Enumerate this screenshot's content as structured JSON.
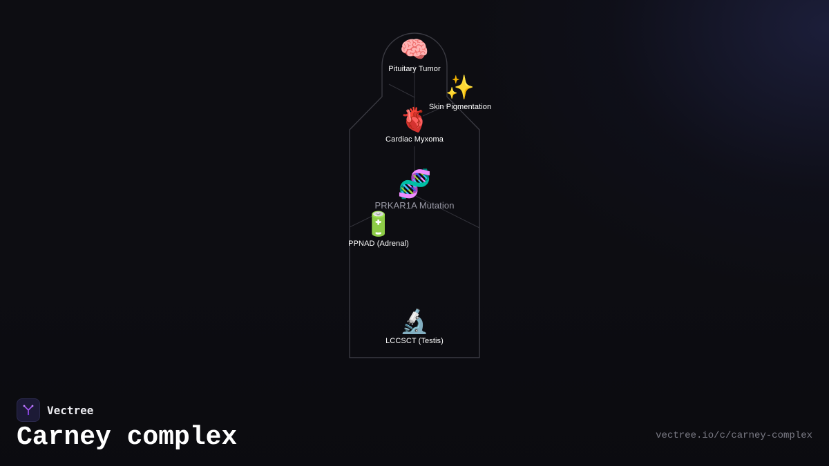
{
  "diagram": {
    "nodes": [
      {
        "id": "pituitary",
        "emoji": "🧠",
        "label": "Pituitary Tumor",
        "icon": "brain-icon"
      },
      {
        "id": "skin",
        "emoji": "✨",
        "label": "Skin Pigmentation",
        "icon": "sparkles-icon"
      },
      {
        "id": "cardiac",
        "emoji": "🫀",
        "label": "Cardiac Myxoma",
        "icon": "anatomical-heart-icon"
      },
      {
        "id": "prkar1a",
        "emoji": "🧬",
        "label": "PRKAR1A Mutation",
        "icon": "dna-icon"
      },
      {
        "id": "ppnad",
        "emoji": "🔋",
        "label": "PPNAD (Adrenal)",
        "icon": "battery-icon"
      },
      {
        "id": "lccsct",
        "emoji": "🔬",
        "label": "LCCSCT (Testis)",
        "icon": "microscope-icon"
      }
    ]
  },
  "brand": {
    "name": "Vectree",
    "accent": "#a855f7"
  },
  "title": "Carney complex",
  "url": "vectree.io/c/carney-complex"
}
